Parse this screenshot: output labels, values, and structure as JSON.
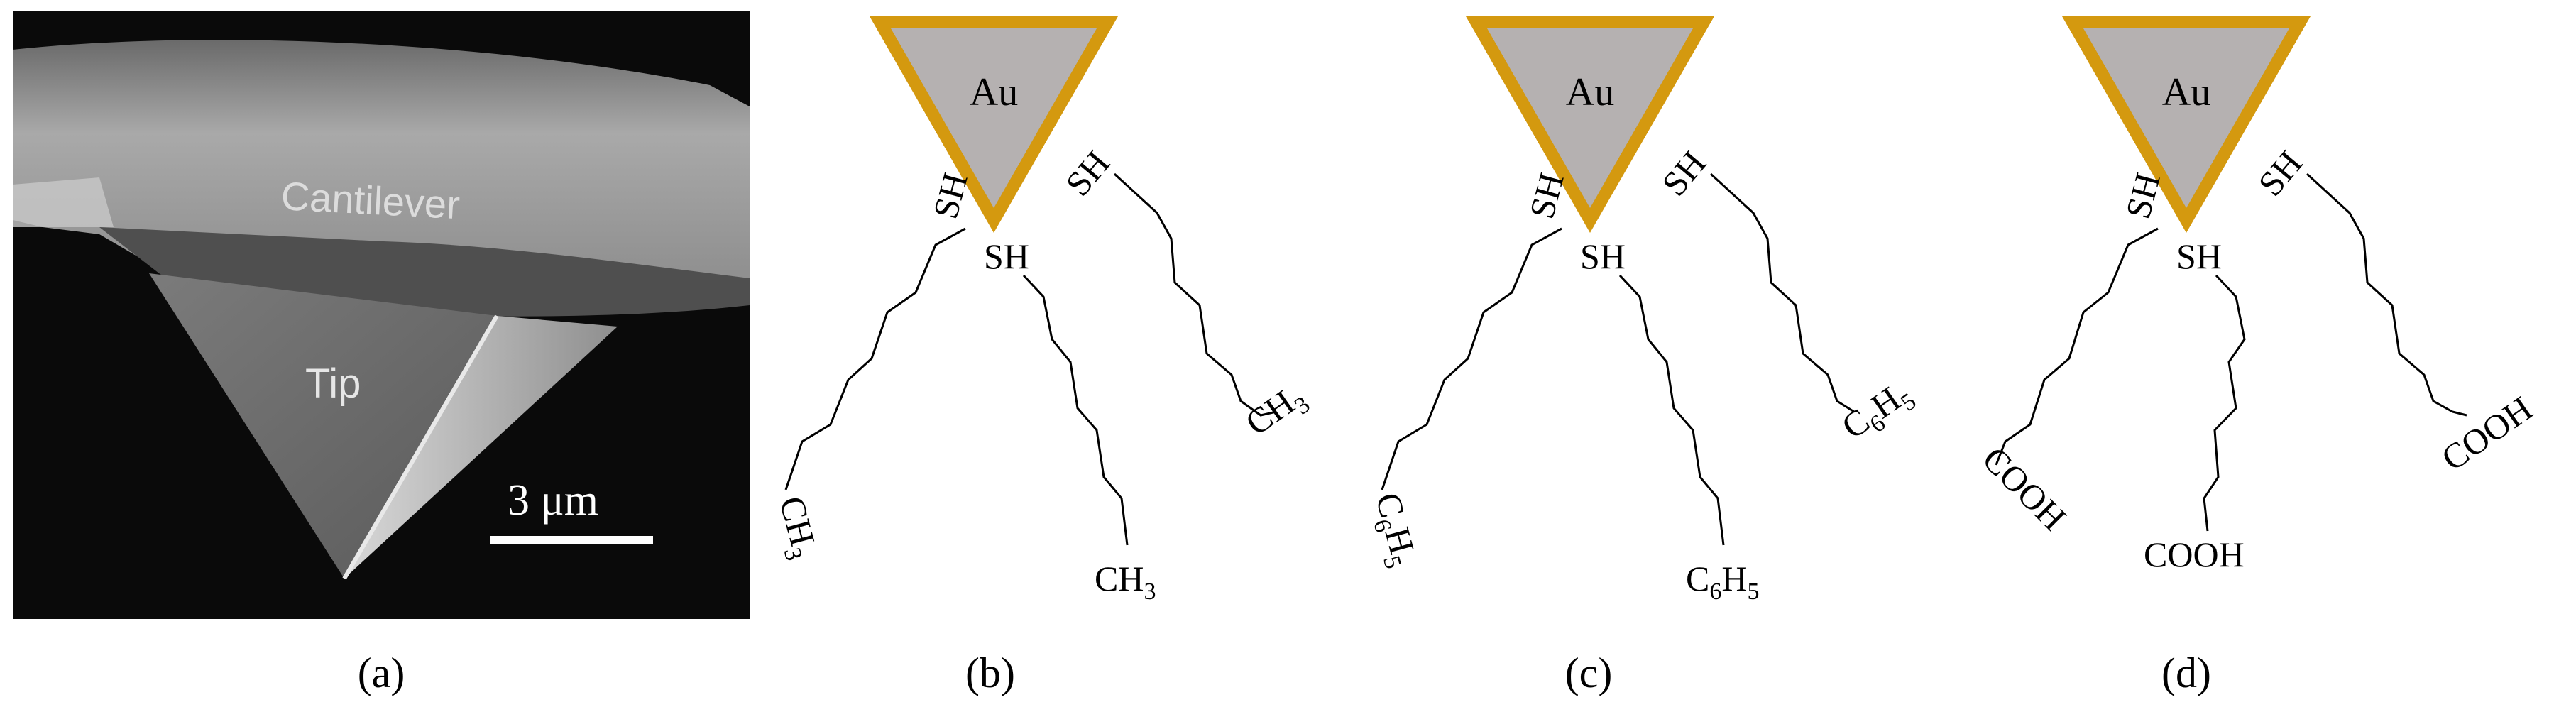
{
  "panels": {
    "a": {
      "caption": "(a)",
      "cantilever_label": "Cantilever",
      "tip_label": "Tip",
      "scale_label": "3 μm"
    },
    "b": {
      "caption": "(b)",
      "core_label": "Au",
      "thiol_labels": [
        "SH",
        "SH",
        "SH"
      ],
      "end_groups": {
        "left": {
          "main": "CH",
          "sub": "3"
        },
        "middle": {
          "main": "CH",
          "sub": "3"
        },
        "right": {
          "main": "CH",
          "sub": "3"
        }
      }
    },
    "c": {
      "caption": "(c)",
      "core_label": "Au",
      "thiol_labels": [
        "SH",
        "SH",
        "SH"
      ],
      "end_groups": {
        "left": {
          "a": "C",
          "s1": "6",
          "b": "H",
          "s2": "5"
        },
        "middle": {
          "a": "C",
          "s1": "6",
          "b": "H",
          "s2": "5"
        },
        "right": {
          "a": "C",
          "s1": "6",
          "b": "H",
          "s2": "5"
        }
      }
    },
    "d": {
      "caption": "(d)",
      "core_label": "Au",
      "thiol_labels": [
        "SH",
        "SH",
        "SH"
      ],
      "end_groups": {
        "left": "COOH",
        "middle": "COOH",
        "right": "COOH"
      }
    }
  },
  "colors": {
    "gold_border": "#D4990F",
    "core_fill": "#B5B1B1",
    "chain": "#000000",
    "sem_background": "#0A0A0A"
  }
}
